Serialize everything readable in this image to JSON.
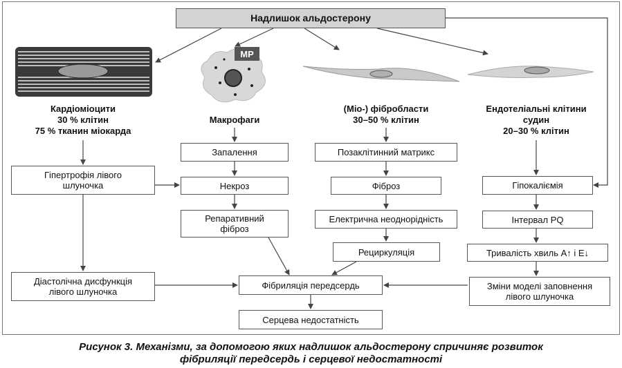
{
  "top": "Надлишок альдостерону",
  "mp_tag": "МР",
  "cells": {
    "cardio": [
      "Кардіоміоцити",
      "30 % клітин",
      "75 % тканин міокарда"
    ],
    "macro": [
      "Макрофаги"
    ],
    "fibro": [
      "(Міо-) фібробласти",
      "30–50 % клітин"
    ],
    "endo": [
      "Ендотеліальні клітини",
      "судин",
      "20–30 % клітин"
    ]
  },
  "boxes": {
    "lvh": [
      "Гіпертрофія лівого",
      "шлуночка"
    ],
    "diastolic": [
      "Діастолічна дисфункція",
      "лівого шлуночка"
    ],
    "inflammation": [
      "Запалення"
    ],
    "necrosis": [
      "Некроз"
    ],
    "reparative": [
      "Репаративний",
      "фіброз"
    ],
    "ecm": [
      "Позаклітинний матрикс"
    ],
    "fibrosis": [
      "Фіброз"
    ],
    "electrical": [
      "Електрична неоднорідність"
    ],
    "reentry": [
      "Рециркуляція"
    ],
    "hypokalemia": [
      "Гіпокаліємія"
    ],
    "pq": [
      "Інтервал PQ"
    ],
    "waves": [
      "Тривалість хвиль A↑ і E↓"
    ],
    "filling": [
      "Зміни моделі заповнення",
      "лівого шлуночка"
    ],
    "af": [
      "Фібриляція передсердь"
    ],
    "hf": [
      "Серцева недостатність"
    ]
  },
  "caption": {
    "line1": "Рисунок 3.  Механізми, за допомогою яких надлишок альдостерону спричиняє розвиток",
    "line2": "фібриляції передсердь і серцевої недостатності"
  }
}
